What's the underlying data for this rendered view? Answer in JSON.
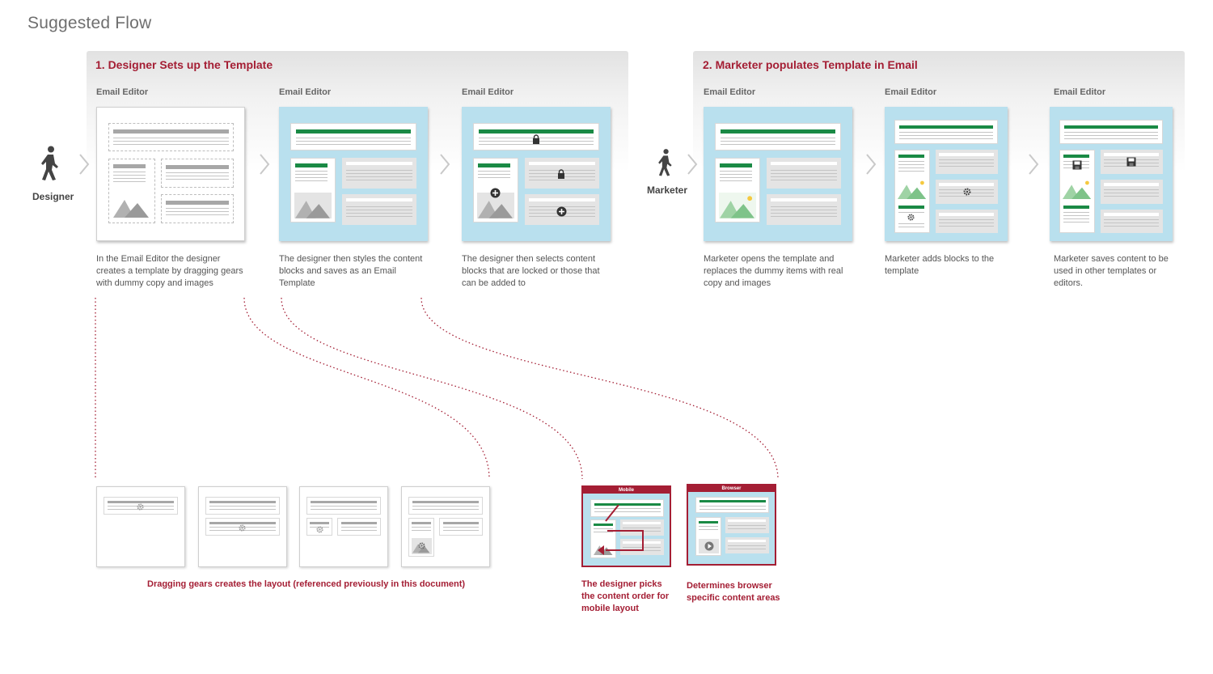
{
  "title": "Suggested Flow",
  "phases": [
    {
      "title": "1. Designer Sets up the Template"
    },
    {
      "title": "2. Marketer populates Template in Email"
    }
  ],
  "actors": {
    "designer": "Designer",
    "marketer": "Marketer"
  },
  "steps": [
    {
      "label": "Email Editor",
      "desc": "In the Email Editor the designer creates a template by dragging gears with dummy copy and images"
    },
    {
      "label": "Email Editor",
      "desc": "The designer then styles the content blocks and saves as an Email Template"
    },
    {
      "label": "Email Editor",
      "desc": "The designer then selects content blocks that are locked or those that can be added to"
    },
    {
      "label": "Email Editor",
      "desc": "Marketer opens the template and replaces the dummy items with real copy and images"
    },
    {
      "label": "Email Editor",
      "desc": "Marketer adds blocks to the template"
    },
    {
      "label": "Email Editor",
      "desc": "Marketer saves content to be used in other templates or editors."
    }
  ],
  "notes": {
    "gears": "Dragging gears creates the layout (referenced previously in this document)",
    "mobile": "The designer picks the content order for mobile layout",
    "browser": "Determines browser specific content areas"
  },
  "devices": {
    "mobile": "Mobile",
    "browser": "Browser"
  },
  "colors": {
    "accent": "#a41e34",
    "panel_blue": "#b9e0ee",
    "green_bar": "#1a8a45"
  },
  "icons": [
    "chevron-right-icon",
    "walking-person-icon",
    "lock-icon",
    "plus-circle-icon",
    "gear-icon",
    "save-icon",
    "image-icon",
    "play-icon",
    "curved-arrow-icon"
  ]
}
